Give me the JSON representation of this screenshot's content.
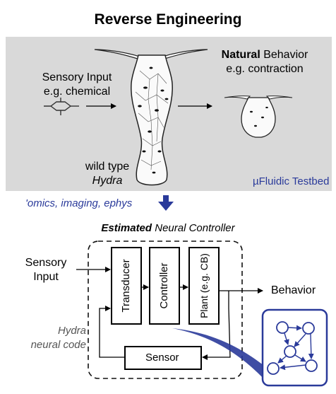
{
  "title": "Reverse Engineering",
  "top_panel": {
    "sensory_line1": "Sensory Input",
    "sensory_line2": "e.g. chemical",
    "behavior_bold": "Natural",
    "behavior_rest": " Behavior",
    "behavior_line2": "e.g. contraction",
    "wild_line1": "wild type",
    "wild_line2": "Hydra",
    "testbed": "µFluidic Testbed",
    "colors": {
      "panel_bg": "#d9d9d9",
      "accent": "#2a3a9a"
    }
  },
  "omics_text": "'omics, imaging, ephys",
  "controller": {
    "heading_bold": "Estimated",
    "heading_rest": " Neural Controller",
    "sensory_line1": "Sensory",
    "sensory_line2": "Input",
    "transducer": "Transducer",
    "controller": "Controller",
    "plant": "Plant (e.g. CB)",
    "sensor": "Sensor",
    "behavior": "Behavior",
    "code_line1": "Hydra",
    "code_line2": "neural code"
  }
}
